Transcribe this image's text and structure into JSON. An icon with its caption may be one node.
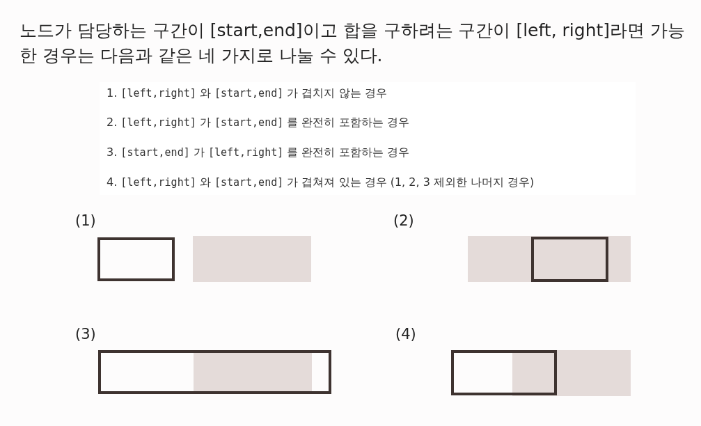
{
  "diagram": {
    "title": "노드가 담당하는 구간이 [start,end]이고 합을 구하려는 구간이 [left, right]라면 가능한 경우는 다음과 같은 네 가지로 나눌 수 있다.",
    "labels": [
      "1. [left,right] 와 [start,end] 가 겹치지 않는 경우",
      "2. [left,right] 가 [start,end] 를 완전히 포함하는 경우",
      "3. [start,end] 가 [left,right] 를 완전히 포함하는 경우",
      "4. [left,right] 와 [start,end] 가 겹쳐져 있는 경우 (1, 2, 3 제외한 나머지 경우)",
      "(1)",
      "(2)",
      "(3)",
      "(4)"
    ]
  }
}
